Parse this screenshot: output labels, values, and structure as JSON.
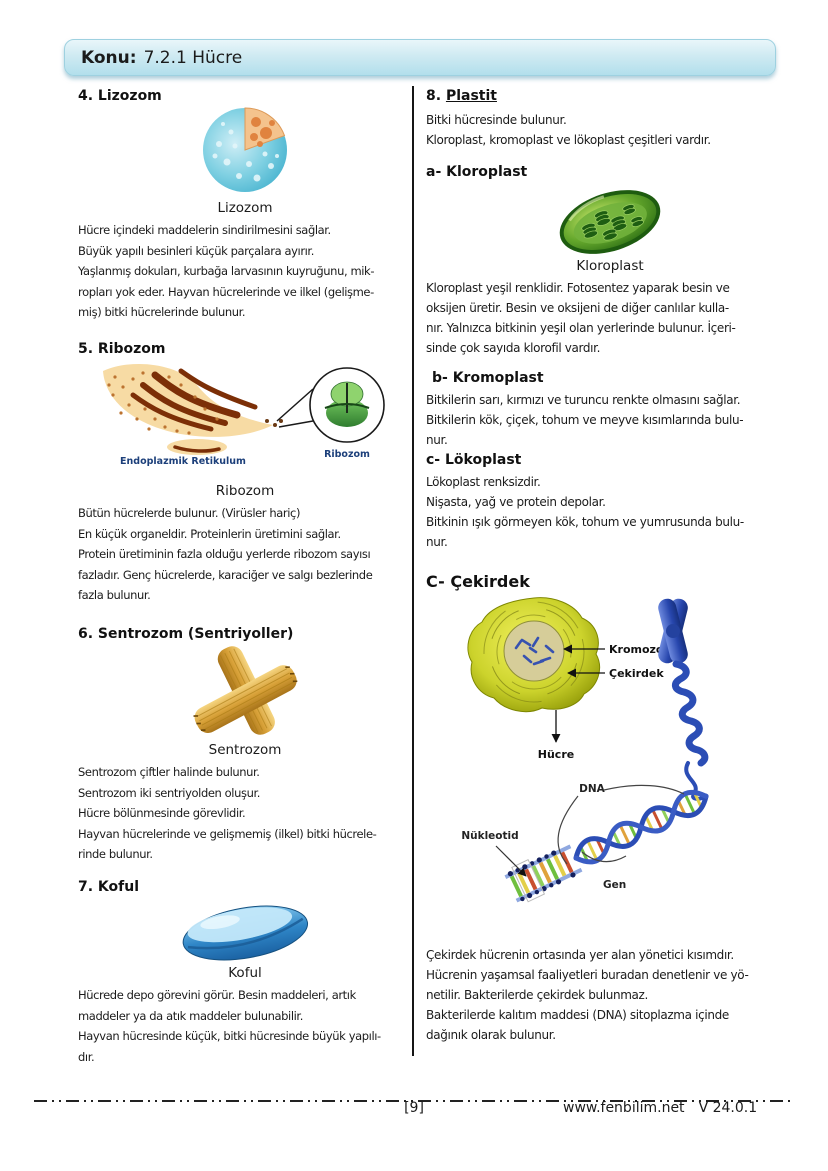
{
  "colors": {
    "header_top": "#e9f6fa",
    "header_bottom": "#b2dfec",
    "header_border": "#9ed1e0",
    "text": "#1b1b1b",
    "label_navy": "#1c3f7a"
  },
  "header": {
    "label": "Konu:",
    "title": "7.2.1 Hücre"
  },
  "left": {
    "s4": {
      "heading": "4. Lizozom",
      "caption": "Lizozom",
      "text": "Hücre içindeki maddelerin sindirilmesini sağlar.\nBüyük yapılı besinleri küçük parçalara ayırır.\nYaşlanmış dokuları, kurbağa larvasının kuyruğunu, mik-\nropları yok eder. Hayvan hücrelerinde ve ilkel (gelişme-\nmiş) bitki hücrelerinde bulunur."
    },
    "s5": {
      "heading": "5. Ribozom",
      "caption": "Ribozom",
      "er_label": "Endoplazmik Retikulum",
      "ribozom_label": "Ribozom",
      "text": "Bütün hücrelerde bulunur. (Virüsler hariç)\nEn küçük organeldir. Proteinlerin üretimini sağlar.\nProtein üretiminin fazla olduğu yerlerde ribozom sayısı\nfazladır. Genç hücrelerde, karaciğer ve salgı bezlerinde\nfazla bulunur."
    },
    "s6": {
      "heading": "6. Sentrozom (Sentriyoller)",
      "caption": "Sentrozom",
      "text": "Sentrozom çiftler halinde bulunur.\nSentrozom iki sentriyolden oluşur.\nHücre bölünmesinde görevlidir.\nHayvan hücrelerinde ve gelişmemiş (ilkel) bitki hücrele-\nrinde bulunur."
    },
    "s7": {
      "heading": "7. Koful",
      "caption": "Koful",
      "text": "Hücrede depo görevini görür. Besin maddeleri, artık\nmaddeler ya da atık maddeler bulunabilir.\nHayvan hücresinde küçük, bitki hücresinde büyük yapılı-\ndır."
    }
  },
  "right": {
    "s8": {
      "num": "8.",
      "word": "Plastit",
      "intro": "Bitki hücresinde bulunur.\nKloroplast, kromoplast ve lökoplast çeşitleri vardır.",
      "a": {
        "heading": "a- Kloroplast",
        "caption": "Kloroplast",
        "text": "Kloroplast yeşil renklidir. Fotosentez yaparak besin ve\noksijen üretir. Besin ve oksijeni de diğer canlılar kulla-\nnır. Yalnızca bitkinin yeşil olan yerlerinde bulunur. İçeri-\nsinde çok sayıda klorofil vardır."
      },
      "b": {
        "heading": "b- Kromoplast",
        "text": "Bitkilerin sarı, kırmızı ve turuncu renkte olmasını sağlar.\nBitkilerin kök, çiçek, tohum ve meyve kısımlarında bulu-\nnur."
      },
      "c": {
        "heading": "c- Lökoplast",
        "text": "Lökoplast renksizdir.\nNişasta, yağ ve protein depolar.\nBitkinin ışık görmeyen kök, tohum ve yumrusunda bulu-\nnur."
      }
    },
    "cek": {
      "heading": "C- Çekirdek",
      "labels": {
        "kromozom": "Kromozom",
        "cekirdek": "Çekirdek",
        "hucre": "Hücre",
        "dna": "DNA",
        "nukleotid": "Nükleotid",
        "gen": "Gen"
      },
      "text": "Çekirdek hücrenin ortasında yer alan yönetici kısımdır.\nHücrenin yaşamsal faaliyetleri buradan denetlenir ve yö-\nnetilir. Bakterilerde çekirdek bulunmaz.\nBakterilerde kalıtım maddesi (DNA) sitoplazma içinde\ndağınık olarak bulunur."
    }
  },
  "footer": {
    "page": "[9]",
    "site": "www.fenbilim.net",
    "version": "V 24.0.1"
  }
}
